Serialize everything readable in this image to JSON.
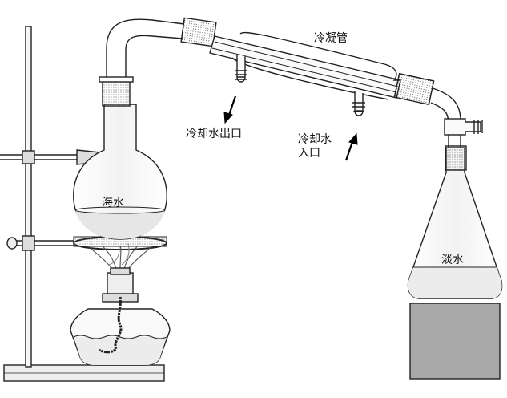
{
  "labels": {
    "seawater": "海水",
    "condenser": "冷凝管",
    "water_out": "冷却水出口",
    "water_in_line1": "冷却水",
    "water_in_line2": "入口",
    "fresh_water": "淡水"
  },
  "colors": {
    "stroke": "#222222",
    "glass": "#f4f4f4",
    "block": "#a8a8a8",
    "stopper": "#d8d8d8",
    "flame": "#888888"
  }
}
